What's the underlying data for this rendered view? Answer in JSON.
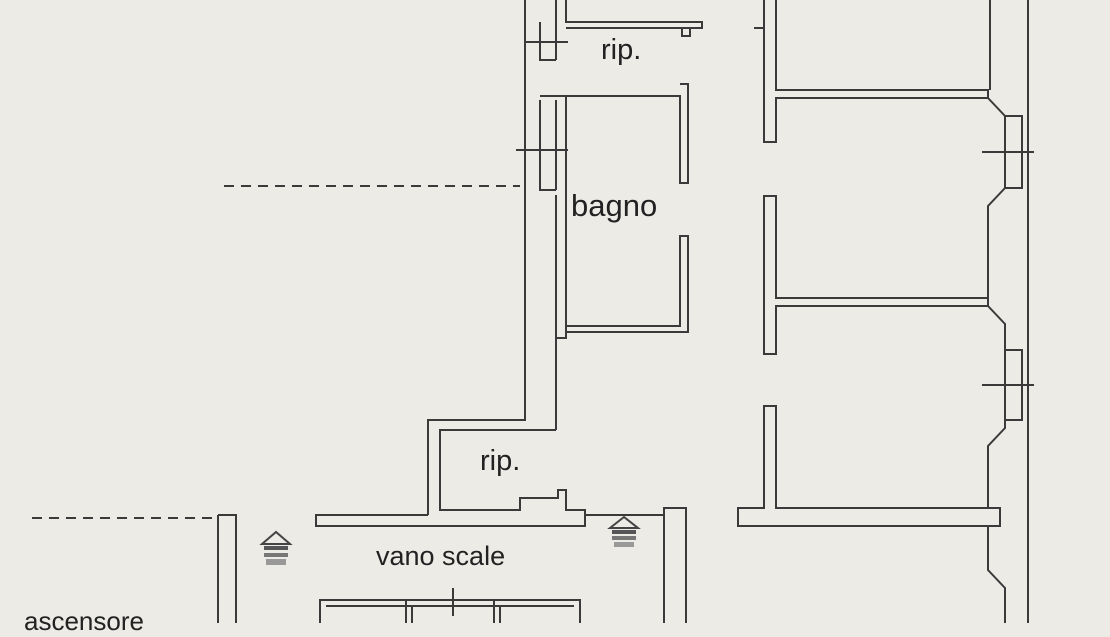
{
  "labels": {
    "rip_upper": "rip.",
    "bagno": "bagno",
    "rip_lower": "rip.",
    "vano_scale": "vano scale",
    "ascensore": "ascensore"
  },
  "colors": {
    "paper": "#ecebe6",
    "line": "#3a3a3a",
    "text": "#222222"
  },
  "icons": [
    "ventilation-hood-icon",
    "ventilation-hood-icon"
  ]
}
